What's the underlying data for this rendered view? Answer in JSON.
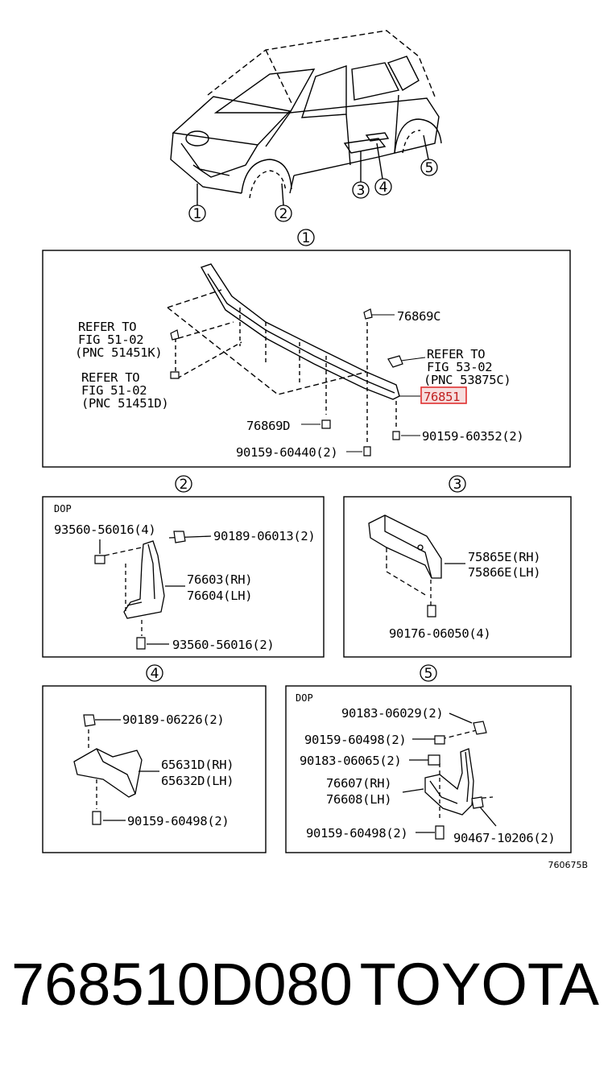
{
  "callouts": {
    "c1": "1",
    "c2": "2",
    "c3": "3",
    "c4": "4",
    "c5": "5"
  },
  "panel1": {
    "refer1": [
      "REFER TO",
      "FIG 51-02",
      "(PNC 51451K)"
    ],
    "refer2": [
      "REFER TO",
      "FIG 51-02",
      "(PNC 51451D)"
    ],
    "refer3": [
      "REFER TO",
      "FIG 53-02",
      "(PNC 53875C)"
    ],
    "p76869C": "76869C",
    "p76851": "76851",
    "p76869D": "76869D",
    "p9015960440": "90159-60440(2)",
    "p9015960352": "90159-60352(2)"
  },
  "panel2": {
    "dop": "DOP",
    "a": "93560-56016(4)",
    "b": "90189-06013(2)",
    "c": [
      "76603(RH)",
      "76604(LH)"
    ],
    "d": "93560-56016(2)"
  },
  "panel3": {
    "a": [
      "75865E(RH)",
      "75866E(LH)"
    ],
    "b": "90176-06050(4)"
  },
  "panel4": {
    "a": "90189-06226(2)",
    "b": [
      "65631D(RH)",
      "65632D(LH)"
    ],
    "c": "90159-60498(2)"
  },
  "panel5": {
    "dop": "DOP",
    "a": "90183-06029(2)",
    "b": "90159-60498(2)",
    "c": "90183-06065(2)",
    "d": [
      "76607(RH)",
      "76608(LH)"
    ],
    "e": "90159-60498(2)",
    "f": "90467-10206(2)"
  },
  "diagram_code": "760675B",
  "footer": {
    "part_number": "768510D080",
    "brand": "TOYOTA"
  },
  "highlight_color": "#e03030"
}
